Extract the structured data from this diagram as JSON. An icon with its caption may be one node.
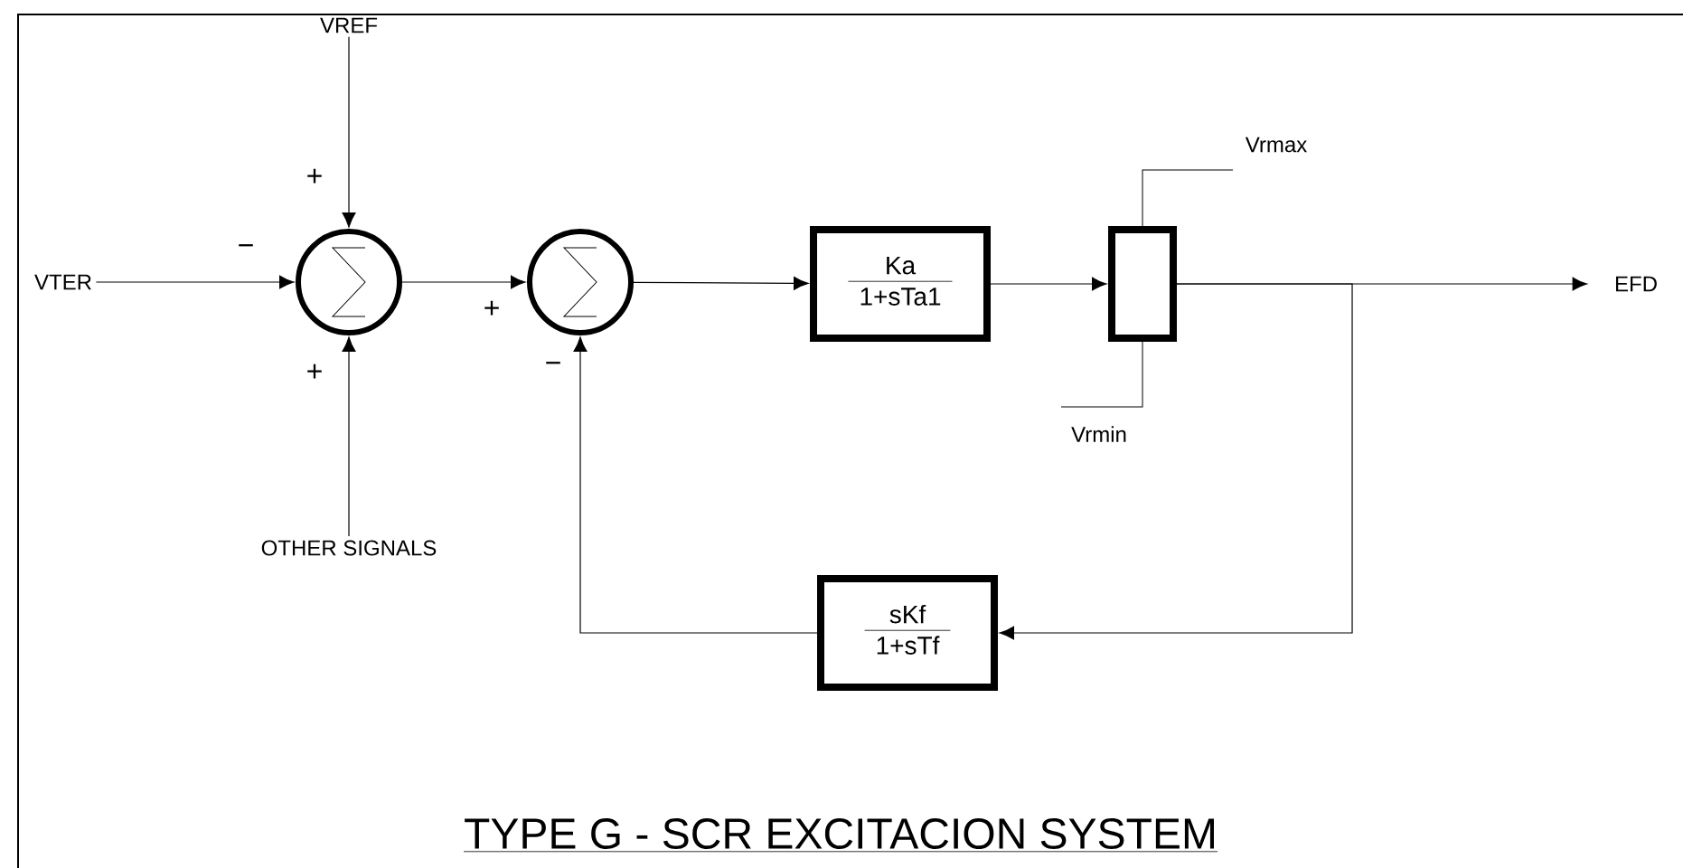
{
  "diagram": {
    "title": "TYPE G - SCR EXCITACION SYSTEM",
    "nodes": [
      {
        "text": [
          "VTER"
        ]
      },
      {
        "text": [
          "VREF"
        ]
      },
      {
        "text": [
          "OTHER SIGNALS"
        ]
      },
      {
        "text": [],
        "shape": "circle"
      },
      {
        "text": [],
        "shape": "circle"
      },
      {
        "text": [
          "Ka",
          "1+sTa1"
        ]
      },
      {
        "text": [],
        "shape": "box"
      },
      {
        "text": [
          "EFD"
        ]
      },
      {
        "text": [
          "sKf",
          "1+sTf"
        ]
      }
    ],
    "edges": [
      {
        "from": 0,
        "to": 3,
        "arrow": "to"
      },
      {
        "from": 1,
        "to": 3,
        "arrow": "to"
      },
      {
        "from": 2,
        "to": 3,
        "arrow": "to"
      },
      {
        "from": 3,
        "to": 4,
        "arrow": "to"
      },
      {
        "from": 4,
        "to": 5,
        "arrow": "to"
      },
      {
        "from": 5,
        "to": 6,
        "arrow": "to"
      },
      {
        "from": 6,
        "to": 7,
        "arrow": "to"
      },
      {
        "from": 6,
        "to": 8,
        "arrow": "to"
      },
      {
        "from": 8,
        "to": 4,
        "arrow": "to"
      }
    ],
    "labels": [
      "Vrmax",
      "+",
      "−",
      "+",
      "+",
      "−",
      "Vrmin"
    ]
  }
}
